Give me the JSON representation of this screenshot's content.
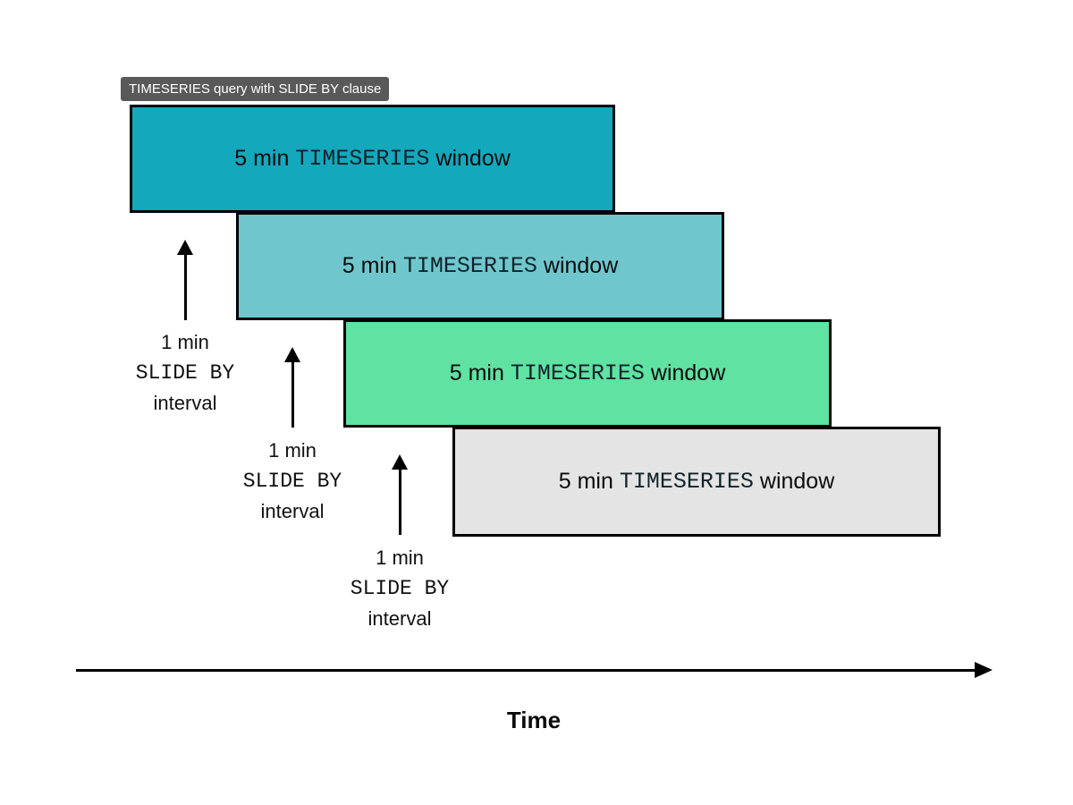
{
  "title_badge": {
    "text": "TIMESERIES query with SLIDE BY clause",
    "bg": "#595959",
    "fg": "#ffffff"
  },
  "windows": [
    {
      "prefix": "5 min",
      "mono": "TIMESERIES",
      "suffix": "window",
      "color": "#14A8BC"
    },
    {
      "prefix": "5 min",
      "mono": "TIMESERIES",
      "suffix": "window",
      "color": "#6FC7CD"
    },
    {
      "prefix": "5 min",
      "mono": "TIMESERIES",
      "suffix": "window",
      "color": "#5FE2A2"
    },
    {
      "prefix": "5 min",
      "mono": "TIMESERIES",
      "suffix": "window",
      "color": "#E4E4E4"
    }
  ],
  "slide_labels": [
    {
      "line1": "1 min",
      "line2": "SLIDE BY",
      "line3": "interval"
    },
    {
      "line1": "1 min",
      "line2": "SLIDE BY",
      "line3": "interval"
    },
    {
      "line1": "1 min",
      "line2": "SLIDE BY",
      "line3": "interval"
    }
  ],
  "time_axis": {
    "label": "Time"
  },
  "colors": {
    "border": "#000000",
    "arrow": "#000000",
    "background": "#ffffff"
  }
}
